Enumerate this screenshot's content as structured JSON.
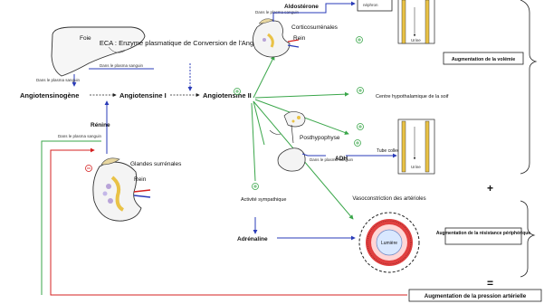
{
  "labels": {
    "foie": "Foie",
    "eca": "ECA : Enzyme plasmatique de Conversion de l'Angiotensine",
    "angiotensinogene": "Angiotensinogène",
    "angiotensine_i": "Angiotensine I",
    "angiotensine_ii": "Angiotensine II",
    "renine": "Rénine",
    "glandes_surrenales": "Glandes surrénales",
    "rein": "Rein",
    "aldosterone": "Aldostérone",
    "corticosurrenales": "Corticosurrénales",
    "rein_top": "Rein",
    "centre_soif": "Centre hypothalamique de la soif",
    "posthypophyse": "Posthypophyse",
    "adh": "ADH",
    "tube_collecteur": "Tube collecteur",
    "activite_sympathique": "Activité sympathique",
    "adrenaline": "Adrénaline",
    "vasoconstriction": "Vasoconstriction des artérioles",
    "lumiere": "Lumière",
    "plus_sign": "+",
    "equals_sign": "=",
    "dans_plasma": "Dans le plasma sanguin",
    "nephron": "néphron",
    "urine": "Urine"
  },
  "boxes": {
    "volemie": "Augmentation de la volémie",
    "resistance": "Augmentation de la résistance périphérique",
    "pression": "Augmentation de la pression artérielle"
  },
  "colors": {
    "activation": "#3aa64a",
    "inhibition": "#d42020",
    "secretion": "#2a3bb8"
  }
}
